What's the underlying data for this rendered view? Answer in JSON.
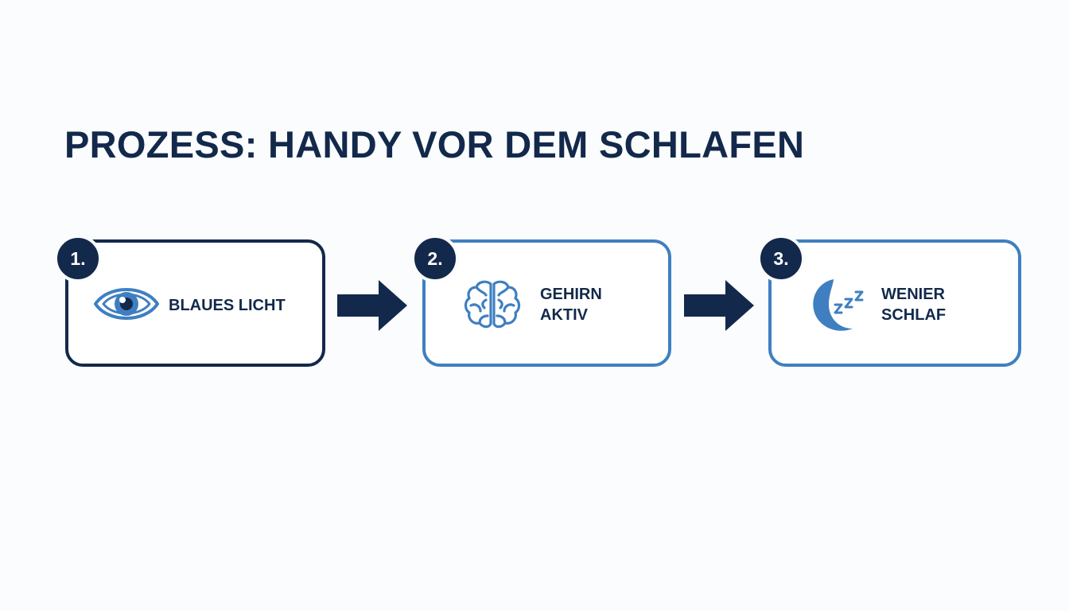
{
  "title": "PROZESS: HANDY VOR DEM SCHLAFEN",
  "colors": {
    "navy": "#13294b",
    "blue": "#3f7fc1"
  },
  "steps": [
    {
      "number": "1.",
      "label": "BLAUES LICHT",
      "icon": "eye-icon"
    },
    {
      "number": "2.",
      "label": "GEHIRN AKTIV",
      "icon": "brain-icon"
    },
    {
      "number": "3.",
      "label": "WENIER SCHLAF",
      "icon": "moon-zzz-icon"
    }
  ],
  "connectors": [
    "arrow-right-icon",
    "arrow-right-icon"
  ]
}
